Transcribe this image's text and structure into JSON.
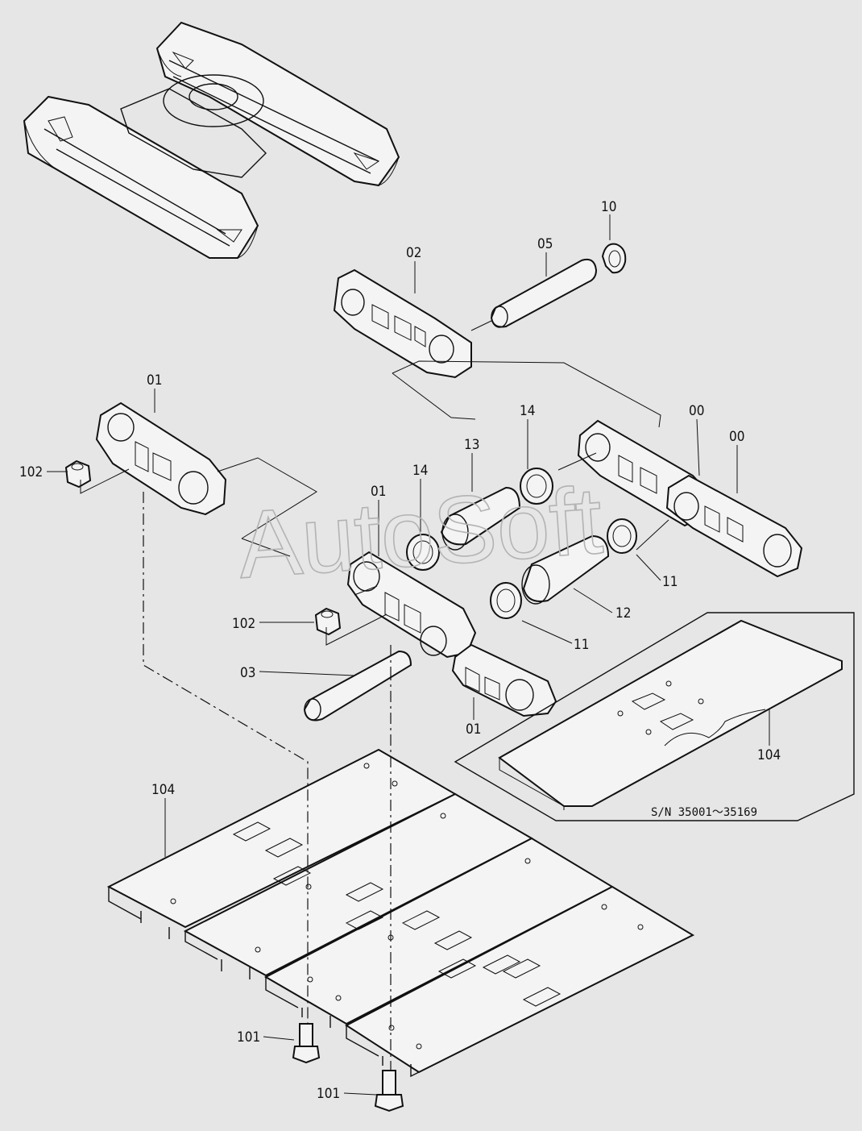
{
  "callouts": {
    "c10": "10",
    "c05": "05",
    "c02": "02",
    "c01_top": "01",
    "c102_top": "102",
    "c14_right": "14",
    "c13": "13",
    "c14_left": "14",
    "c01_mid": "01",
    "c00_a": "00",
    "c00_b": "00",
    "c11_right": "11",
    "c12": "12",
    "c11_left": "11",
    "c102_mid": "102",
    "c03": "03",
    "c01_bottom": "01",
    "c104_right": "104",
    "c104_left": "104",
    "c101_a": "101",
    "c101_b": "101"
  },
  "serial_note": "S/N  35001～35169",
  "watermark": "AutoSoft"
}
